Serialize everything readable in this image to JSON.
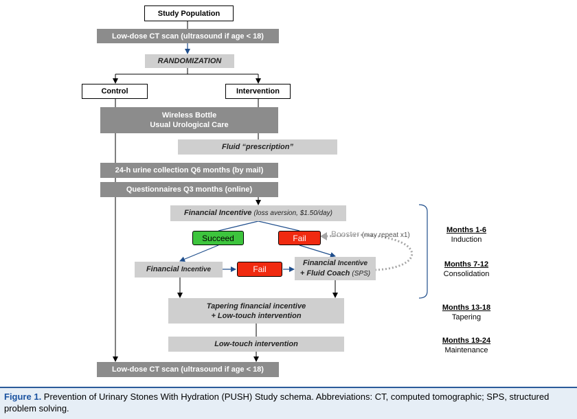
{
  "boxes": {
    "study_population": "Study Population",
    "ct_scan_top": "Low-dose CT scan (ultrasound if age < 18)",
    "randomization": "RANDOMIZATION",
    "control": "Control",
    "intervention": "Intervention",
    "wireless_bottle_line1": "Wireless Bottle",
    "wireless_bottle_line2": "Usual Urological Care",
    "fluid_prescription": "Fluid “prescription”",
    "urine_collection": "24-h urine collection Q6 months (by mail)",
    "questionnaires": "Questionnaires Q3 months (online)",
    "financial_incentive_main": "Financial Incentive",
    "financial_incentive_note": "(loss aversion, $1.50/day)",
    "succeed": "Succeed",
    "fail_top": "Fail",
    "booster_label": "Booster",
    "booster_note": "(may repeat x1)",
    "financial_left_a": "Financial ",
    "financial_left_b": "Incentive",
    "fail_middle": "Fail",
    "fi_coach_a": "Financial ",
    "fi_coach_b": "Incentive",
    "fi_coach_c": "+ Fluid Coach ",
    "fi_coach_d": "(SPS)",
    "tapering_line1": "Tapering financial incentive",
    "tapering_line2": "+ Low-touch intervention",
    "low_touch": "Low-touch intervention",
    "ct_scan_bottom": "Low-dose CT scan (ultrasound if age < 18)"
  },
  "phases": [
    {
      "months": "Months 1-6",
      "name": "Induction"
    },
    {
      "months": "Months 7-12",
      "name": "Consolidation"
    },
    {
      "months": "Months 13-18",
      "name": "Tapering"
    },
    {
      "months": "Months 19-24",
      "name": "Maintenance"
    }
  ],
  "caption": {
    "label": "Figure 1.",
    "text": " Prevention of Urinary Stones With Hydration (PUSH) Study schema. Abbreviations: CT, computed tomographic; SPS, structured problem solving."
  },
  "colors": {
    "dark_box": "#8c8c8c",
    "light_box": "#cfcfcf",
    "succeed": "#3dc43d",
    "fail": "#f02a10",
    "arrow_blue": "#1f4e8c",
    "booster_dotted": "#a6a6a6",
    "caption_label": "#1a52a0"
  }
}
